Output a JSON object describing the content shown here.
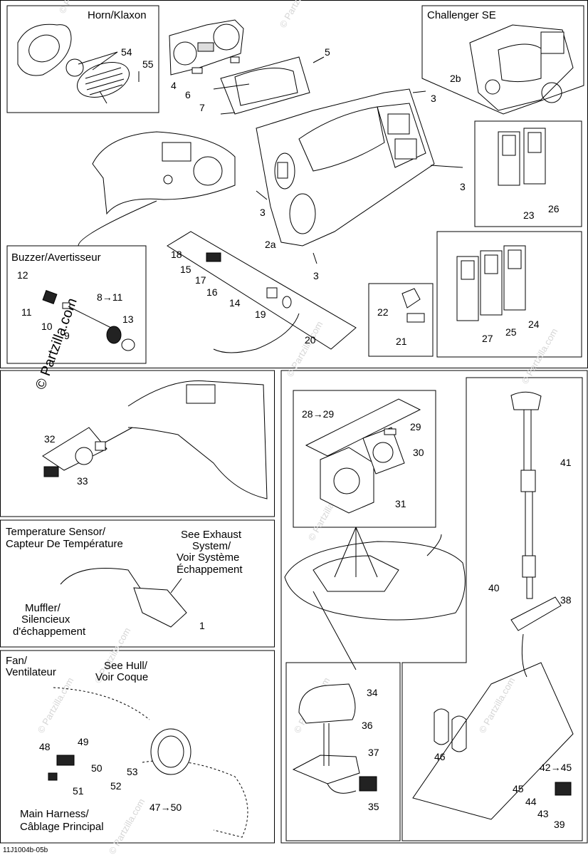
{
  "watermarks": [
    "© Partzilla.com"
  ],
  "footer_code": "11J1004b-05b",
  "sections": {
    "horn": {
      "title": "Horn/Klaxon",
      "callouts": [
        "54",
        "55"
      ]
    },
    "challenger": {
      "title": "Challenger SE",
      "callouts": [
        "2b"
      ]
    },
    "dash": {
      "callouts": [
        "4",
        "5",
        "6",
        "7",
        "3",
        "3",
        "3",
        "3",
        "2a"
      ]
    },
    "switch_panel_a": {
      "callouts": [
        "23",
        "26"
      ]
    },
    "switch_panel_b": {
      "callouts": [
        "27",
        "25",
        "24"
      ]
    },
    "label_box": {
      "callouts": [
        "22",
        "21"
      ]
    },
    "buzzer": {
      "title": "Buzzer/Avertisseur",
      "callouts": [
        "12",
        "8→11",
        "11",
        "10",
        "9",
        "13"
      ]
    },
    "harness": {
      "callouts": [
        "18",
        "15",
        "17",
        "16",
        "14",
        "19",
        "20"
      ]
    },
    "switch_section": {
      "callouts": [
        "32",
        "33"
      ]
    },
    "gauge_section": {
      "callouts": [
        "28→29",
        "29",
        "30",
        "31"
      ]
    },
    "temperature": {
      "title": "Temperature Sensor/\nCapteur De Température",
      "title_line1": "Temperature Sensor/",
      "title_line2": "Capteur De Température",
      "exhaust_note": [
        "See Exhaust",
        "System/",
        "Voir Système",
        "Échappement"
      ],
      "muffler_note": [
        "Muffler/",
        "Silencieux",
        "d'échappement"
      ],
      "callouts": [
        "1"
      ]
    },
    "fan": {
      "title_line1": "Fan/",
      "title_line2": "Ventilateur",
      "hull_note": [
        "See Hull/",
        "Voir Coque"
      ],
      "harness_note": [
        "Main Harness/",
        "Câblage Principal"
      ],
      "callouts": [
        "48",
        "49",
        "50",
        "51",
        "53",
        "52",
        "47→50"
      ]
    },
    "light": {
      "callouts": [
        "34",
        "36",
        "37",
        "35"
      ]
    },
    "pole": {
      "callouts": [
        "41",
        "40",
        "38",
        "46",
        "42→45",
        "45",
        "44",
        "43",
        "39"
      ]
    }
  }
}
